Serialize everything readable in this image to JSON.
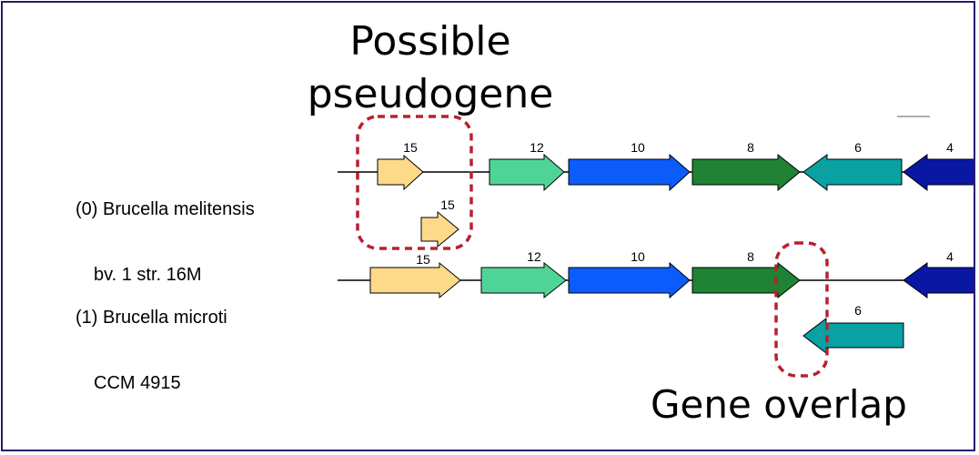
{
  "callouts": {
    "pseudogene_line1": "Possible",
    "pseudogene_line2": "pseudogene",
    "overlap": "Gene overlap"
  },
  "genomes": [
    {
      "index_label": "(0) Brucella melitensis",
      "sub_label": "bv. 1 str. 16M"
    },
    {
      "index_label": "(1) Brucella microti",
      "sub_label": "CCM 4915"
    }
  ],
  "genes": {
    "row0": [
      "15",
      "12",
      "10",
      "8",
      "6",
      "4"
    ],
    "row0_extra": "15",
    "row1": [
      "15",
      "12",
      "10",
      "8",
      "4"
    ],
    "row1_extra": "6"
  },
  "colors": {
    "gene_15": "#fdd98a",
    "gene_12": "#4fd497",
    "gene_10": "#0b5cfa",
    "gene_8": "#1f8234",
    "gene_6": "#0aa1a3",
    "gene_4": "#0a17a3",
    "highlight": "#b8212e",
    "frame": "#2a1a6e"
  }
}
